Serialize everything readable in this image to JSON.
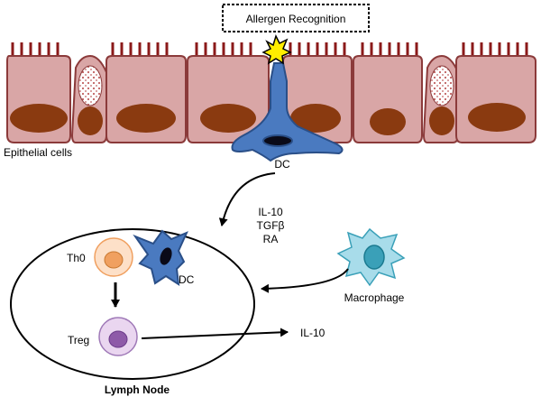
{
  "labels": {
    "allergen_recognition": "Allergen Recognition",
    "epithelial_cells": "Epithelial cells",
    "dc_top": "DC",
    "cytokine_1": "IL-10",
    "cytokine_2": "TGFβ",
    "cytokine_3": "RA",
    "th0": "Th0",
    "dc_node": "DC",
    "macrophage": "Macrophage",
    "treg": "Treg",
    "il10_output": "IL-10",
    "lymph_node": "Lymph Node"
  },
  "colors": {
    "cell_fill": "#d9a6a6",
    "cell_stroke": "#8b3a3a",
    "nucleus": "#8a3a10",
    "cilia": "#8b1a1a",
    "dc_fill": "#4a7ac0",
    "dc_stroke": "#2a4f88",
    "th0_fill": "#fde0c8",
    "th0_nucleus": "#f0a060",
    "treg_fill": "#ead6f0",
    "treg_nucleus": "#8e5aa8",
    "macrophage_fill": "#a8dcea",
    "macrophage_nucleus": "#3aa0b8",
    "allergen": "#ffee00"
  }
}
